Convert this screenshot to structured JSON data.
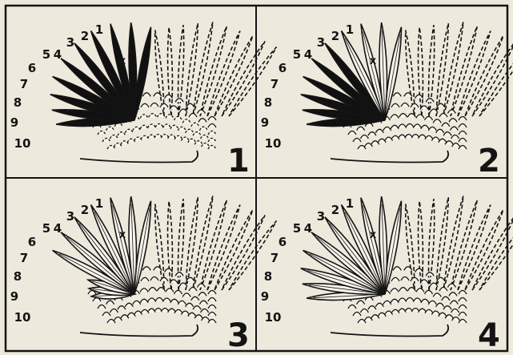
{
  "colors": {
    "paper": "#ede9dc",
    "ink": "#141414",
    "fill_dark": "#111111",
    "fill_light": "#f6f3ea"
  },
  "panels": [
    {
      "number": "1",
      "labels": [
        "1",
        "2",
        "3",
        "4",
        "5",
        "6",
        "7",
        "8",
        "9",
        "10",
        "x"
      ],
      "shading": "primaries 1-10 solid black; secondaries and coverts outlined; tertials dashed"
    },
    {
      "number": "2",
      "labels": [
        "1",
        "2",
        "3",
        "4",
        "5",
        "6",
        "7",
        "8",
        "9",
        "10",
        "x"
      ],
      "shading": "primaries 5-10 solid black; 1-4 outlined; tertials dashed"
    },
    {
      "number": "3",
      "labels": [
        "1",
        "2",
        "3",
        "4",
        "5",
        "6",
        "7",
        "8",
        "9",
        "10",
        "x"
      ],
      "shading": "all primaries outlined, 8-10 short new feathers"
    },
    {
      "number": "4",
      "labels": [
        "1",
        "2",
        "3",
        "4",
        "5",
        "6",
        "7",
        "8",
        "9",
        "10",
        "x"
      ],
      "shading": "all primaries outlined, full length"
    }
  ]
}
